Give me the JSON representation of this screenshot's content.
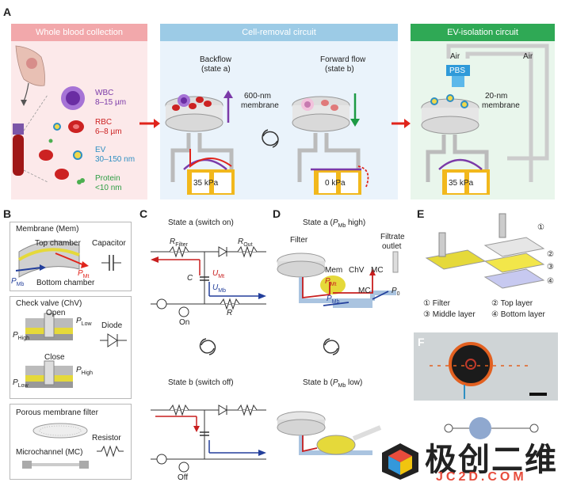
{
  "panels": {
    "A": "A",
    "B": "B",
    "C": "C",
    "D": "D",
    "E": "E",
    "F": "F"
  },
  "sectionA": {
    "blood": {
      "title": "Whole blood collection",
      "wbc": "WBC",
      "wbc_size": "8–15 µm",
      "rbc": "RBC",
      "rbc_size": "6–8 µm",
      "ev": "EV",
      "ev_size": "30–150 nm",
      "protein": "Protein",
      "protein_size": "<10 nm"
    },
    "cell": {
      "title": "Cell-removal circuit",
      "backflow": "Backflow",
      "state_a": "(state a)",
      "forward": "Forward flow",
      "state_b": "(state b)",
      "membrane": "600-nm",
      "membrane2": "membrane",
      "p1": "35 kPa",
      "p2": "0 kPa"
    },
    "ev": {
      "title": "EV-isolation circuit",
      "air1": "Air",
      "air2": "Air",
      "pbs": "PBS",
      "membrane": "20-nm",
      "membrane2": "membrane",
      "p": "35 kPa"
    },
    "colors": {
      "pink": "#f2b3b5",
      "blue": "#9ecbe6",
      "green": "#2eaa55",
      "red": "#e0241b"
    }
  },
  "sectionB": {
    "mem_title": "Membrane (Mem)",
    "top": "Top chamber",
    "bottom": "Bottom chamber",
    "capacitor": "Capacitor",
    "pmt": "P",
    "pmt_sub": "Mt",
    "pmb": "P",
    "pmb_sub": "Mb",
    "chv_title": "Check valve (ChV)",
    "open": "Open",
    "close": "Close",
    "diode": "Diode",
    "phigh": "P",
    "phigh_sub": "High",
    "plow": "P",
    "plow_sub": "Low",
    "filter_title": "Porous membrane filter",
    "resistor": "Resistor",
    "mc": "Microchannel (MC)"
  },
  "sectionC": {
    "state_a": "State a (switch on)",
    "rfilter": "R",
    "rfilter_sub": "Filter",
    "rout": "R",
    "rout_sub": "Out",
    "c": "C",
    "umt": "U",
    "umt_sub": "Mt",
    "umb": "U",
    "umb_sub": "Mb",
    "r": "R",
    "on": "On",
    "state_b": "State b (switch off)",
    "off": "Off"
  },
  "sectionD": {
    "state_a": "State a (",
    "state_a_p": "P",
    "state_a_sub": "Mb",
    "state_a_end": " high)",
    "filter": "Filter",
    "filtrate": "Filtrate",
    "outlet": "outlet",
    "mem": "Mem",
    "chv": "ChV",
    "mc": "MC",
    "mc2": "MC",
    "pmt": "P",
    "pmt_sub": "Mt",
    "pmb": "P",
    "pmb_sub": "Mb",
    "p0": "P",
    "p0_sub": "0",
    "state_b": "State b (",
    "state_b_p": "P",
    "state_b_sub": "Mb",
    "state_b_end": " low)"
  },
  "sectionE": {
    "n1": "①",
    "l1": "① Filter",
    "l2": "② Top layer",
    "l3": "③ Middle layer",
    "l4": "④ Bottom layer",
    "k2": "②",
    "k3": "③",
    "k4": "④"
  },
  "watermark": {
    "cn": "极创二维",
    "en": "JC2D.COM"
  }
}
